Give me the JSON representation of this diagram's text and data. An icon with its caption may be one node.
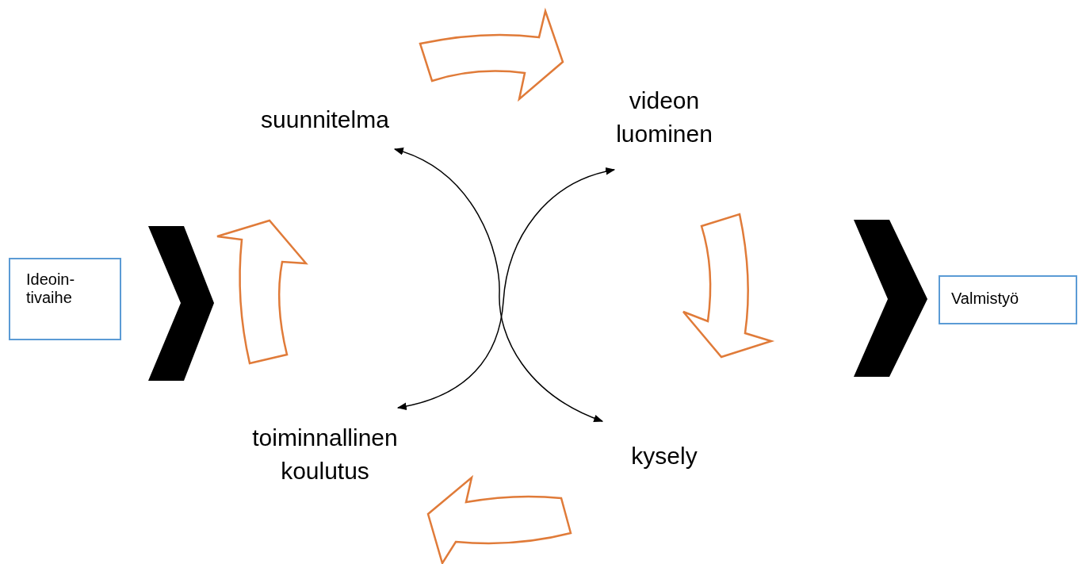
{
  "diagram": {
    "nodes": [
      {
        "text": [
          "Ideoin-tivaihe"
        ]
      },
      {
        "text": [
          "suunnitelma"
        ]
      },
      {
        "text": [
          "videon luominen"
        ]
      },
      {
        "text": [
          "kysely"
        ]
      },
      {
        "text": [
          "toiminnallinen koulutus"
        ]
      },
      {
        "text": [
          "Valmistyö"
        ]
      }
    ],
    "edges": [
      {
        "from": 1,
        "to": 2,
        "arrow": "to",
        "color": "#e07b39"
      },
      {
        "from": 2,
        "to": 3,
        "arrow": "to",
        "color": "#e07b39"
      },
      {
        "from": 3,
        "to": 4,
        "arrow": "to",
        "color": "#e07b39"
      },
      {
        "from": 4,
        "to": 1,
        "arrow": "to",
        "color": "#e07b39"
      },
      {
        "from": 1,
        "to": 3,
        "arrow": "both"
      },
      {
        "from": 2,
        "to": 4,
        "arrow": "both"
      },
      {
        "from": 0,
        "to": null,
        "arrow": "to",
        "style": "thick"
      },
      {
        "from": null,
        "to": 5,
        "arrow": "to",
        "style": "thick"
      }
    ]
  }
}
